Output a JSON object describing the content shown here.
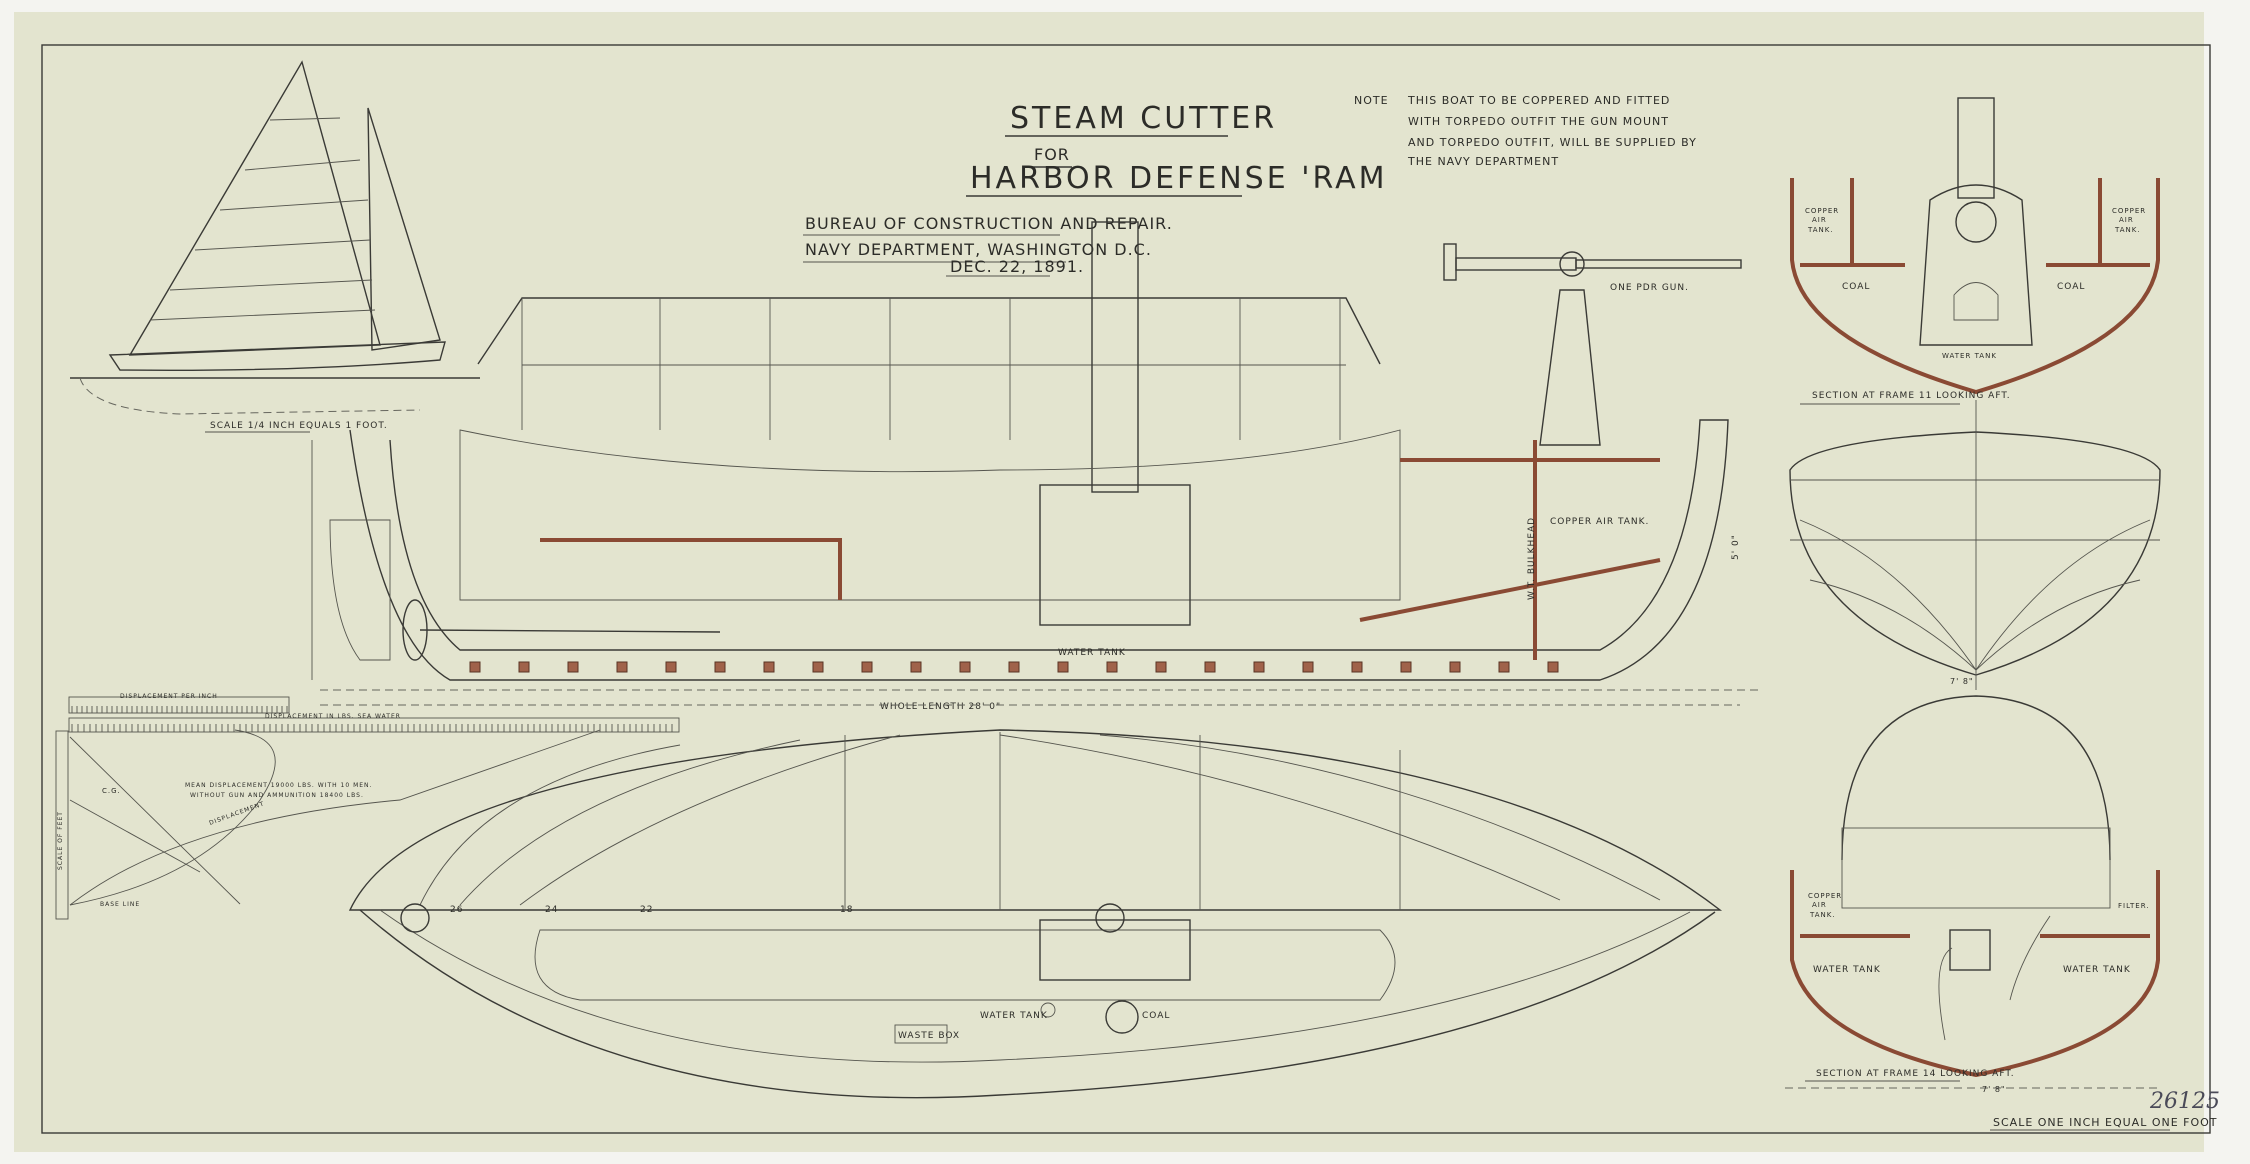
{
  "title": {
    "line1": "STEAM CUTTER",
    "line2": "FOR",
    "line3": "HARBOR DEFENSE 'RAM"
  },
  "office": {
    "line1": "BUREAU OF CONSTRUCTION AND REPAIR.",
    "line2": "NAVY DEPARTMENT, WASHINGTON D.C.",
    "date": "DEC. 22, 1891."
  },
  "note": {
    "label": "NOTE",
    "lines": [
      "THIS BOAT TO BE COPPERED AND FITTED",
      "WITH TORPEDO OUTFIT  THE GUN MOUNT",
      "AND TORPEDO OUTFIT, WILL BE SUPPLIED BY",
      "THE NAVY DEPARTMENT"
    ]
  },
  "labels": {
    "gun": "ONE PDR GUN.",
    "sail_scale": "SCALE 1/4 INCH EQUALS 1 FOOT.",
    "copper_air_tank": "COPPER AIR TANK.",
    "water_tank": "WATER TANK",
    "wt_bulkhead": "W.T. BULKHEAD",
    "whole_length": "WHOLE LENGTH 28' 0\"",
    "displacement_per_inch": "DISPLACEMENT PER INCH",
    "displacement_lbs": "DISPLACEMENT IN LBS. SEA WATER",
    "mean_displacement": "MEAN DISPLACEMENT 19000 LBS. WITH 10 MEN.",
    "without_gun": "WITHOUT GUN AND AMMUNITION 18400 LBS.",
    "displacement": "DISPLACEMENT",
    "base_line": "BASE LINE",
    "scale_of_feet": "SCALE OF FEET",
    "cg": "C.G.",
    "waste_box": "WASTE BOX",
    "coal": "COAL",
    "section_11": "SECTION AT FRAME 11 LOOKING AFT.",
    "section_14": "SECTION AT FRAME 14 LOOKING AFT.",
    "copper": "COPPER",
    "air": "AIR",
    "tank": "TANK.",
    "filter": "FILTER.",
    "frame_26": "26",
    "frame_24": "24",
    "frame_22": "22",
    "frame_18": "18",
    "beam_top": "7' 8\"",
    "beam_bottom": "7' 8\"",
    "depth": "5' 0\""
  },
  "footer": {
    "scale": "SCALE ONE INCH EQUAL ONE FOOT",
    "drawing_number": "26125"
  },
  "colors": {
    "paper": "#e3e4cf",
    "ink": "#3a3a36",
    "copper_section": "#a0624a"
  }
}
